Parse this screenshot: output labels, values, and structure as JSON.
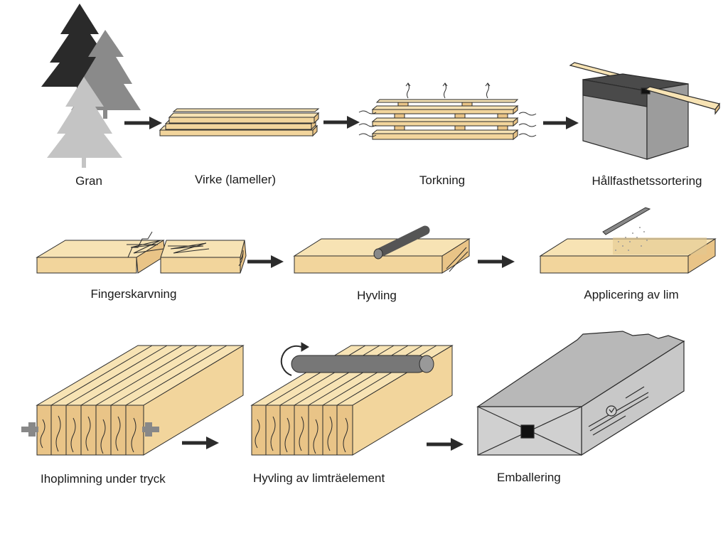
{
  "colors": {
    "wood_top": "#f7e3b4",
    "wood_side": "#f2d59c",
    "wood_end": "#e9c487",
    "outline": "#2b2b2b",
    "arrow": "#2b2b2b",
    "tree_dark": "#2a2a2a",
    "tree_mid": "#8a8a8a",
    "tree_light": "#c4c4c4",
    "machine_top": "#4a4a4a",
    "machine_side": "#b4b4b4",
    "roller": "#777777",
    "package": "#c8c8c8"
  },
  "steps": {
    "gran": "Gran",
    "virke": "Virke (lameller)",
    "torkning": "Torkning",
    "hallfasthet": "Hållfasthetssortering",
    "finger": "Fingerskarvning",
    "hyvling": "Hyvling",
    "lim": "Applicering av lim",
    "ihop": "Ihoplimning under tryck",
    "hyvling_limtra": "Hyvling av limträelement",
    "emballering": "Emballering"
  }
}
